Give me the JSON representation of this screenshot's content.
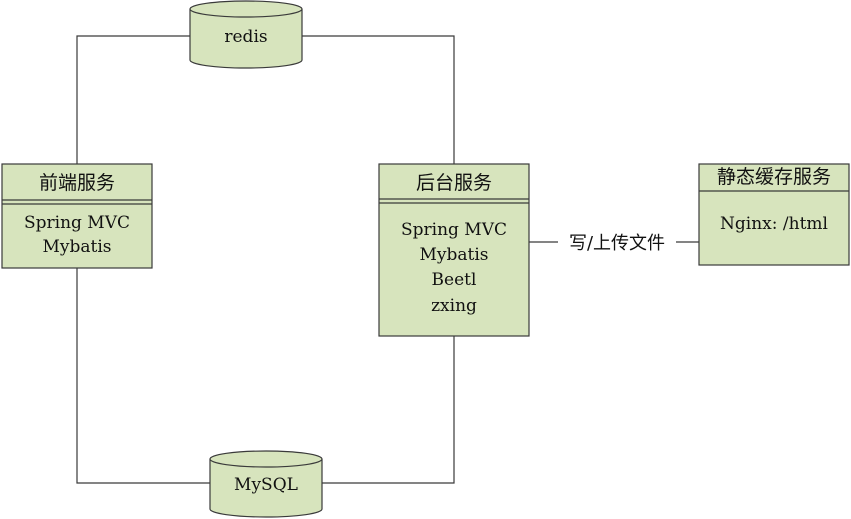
{
  "databases": {
    "redis": {
      "label": "redis"
    },
    "mysql": {
      "label": "MySQL"
    }
  },
  "services": {
    "frontend": {
      "title": "前端服务",
      "items": [
        "Spring MVC",
        "Mybatis"
      ]
    },
    "backend": {
      "title": "后台服务",
      "items": [
        "Spring MVC",
        "Mybatis",
        "Beetl",
        "zxing"
      ]
    },
    "static_cache": {
      "title": "静态缓存服务",
      "items": [
        "Nginx: /html"
      ]
    }
  },
  "edges": {
    "backend_to_static": {
      "label": "写/上传文件"
    }
  },
  "colors": {
    "fill": "#d7e4bd",
    "stroke": "#3a3a3a"
  }
}
